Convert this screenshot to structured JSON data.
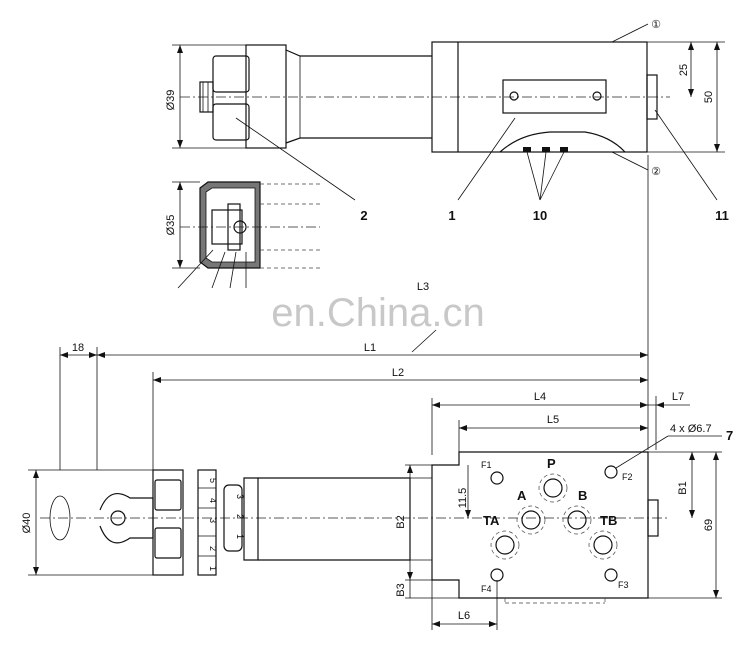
{
  "callouts": {
    "c1": "1",
    "c2": "2",
    "c10": "10",
    "c11": "11",
    "c7": "7",
    "circled1": "①",
    "circled2": "②"
  },
  "dimensions": {
    "d39": "Ø39",
    "d35": "Ø35",
    "d25": "25",
    "d50": "50",
    "l3": "L3",
    "l1": "L1",
    "l2": "L2",
    "d18": "18",
    "l4": "L4",
    "l5": "L5",
    "l7": "L7",
    "holes": "4 x Ø6.7",
    "b1": "B1",
    "d69": "69",
    "d40": "Ø40",
    "d115": "11.5",
    "b2": "B2",
    "b3": "B3",
    "l6": "L6"
  },
  "ports": {
    "p": "P",
    "a": "A",
    "b": "B",
    "ta": "TA",
    "tb": "TB",
    "f1": "F1",
    "f2": "F2",
    "f3": "F3",
    "f4": "F4"
  },
  "scale_marks": [
    "5",
    "4",
    "3",
    "2",
    "1"
  ],
  "knob_digits": [
    "3",
    "2",
    "1"
  ],
  "watermark": "en.China.cn"
}
